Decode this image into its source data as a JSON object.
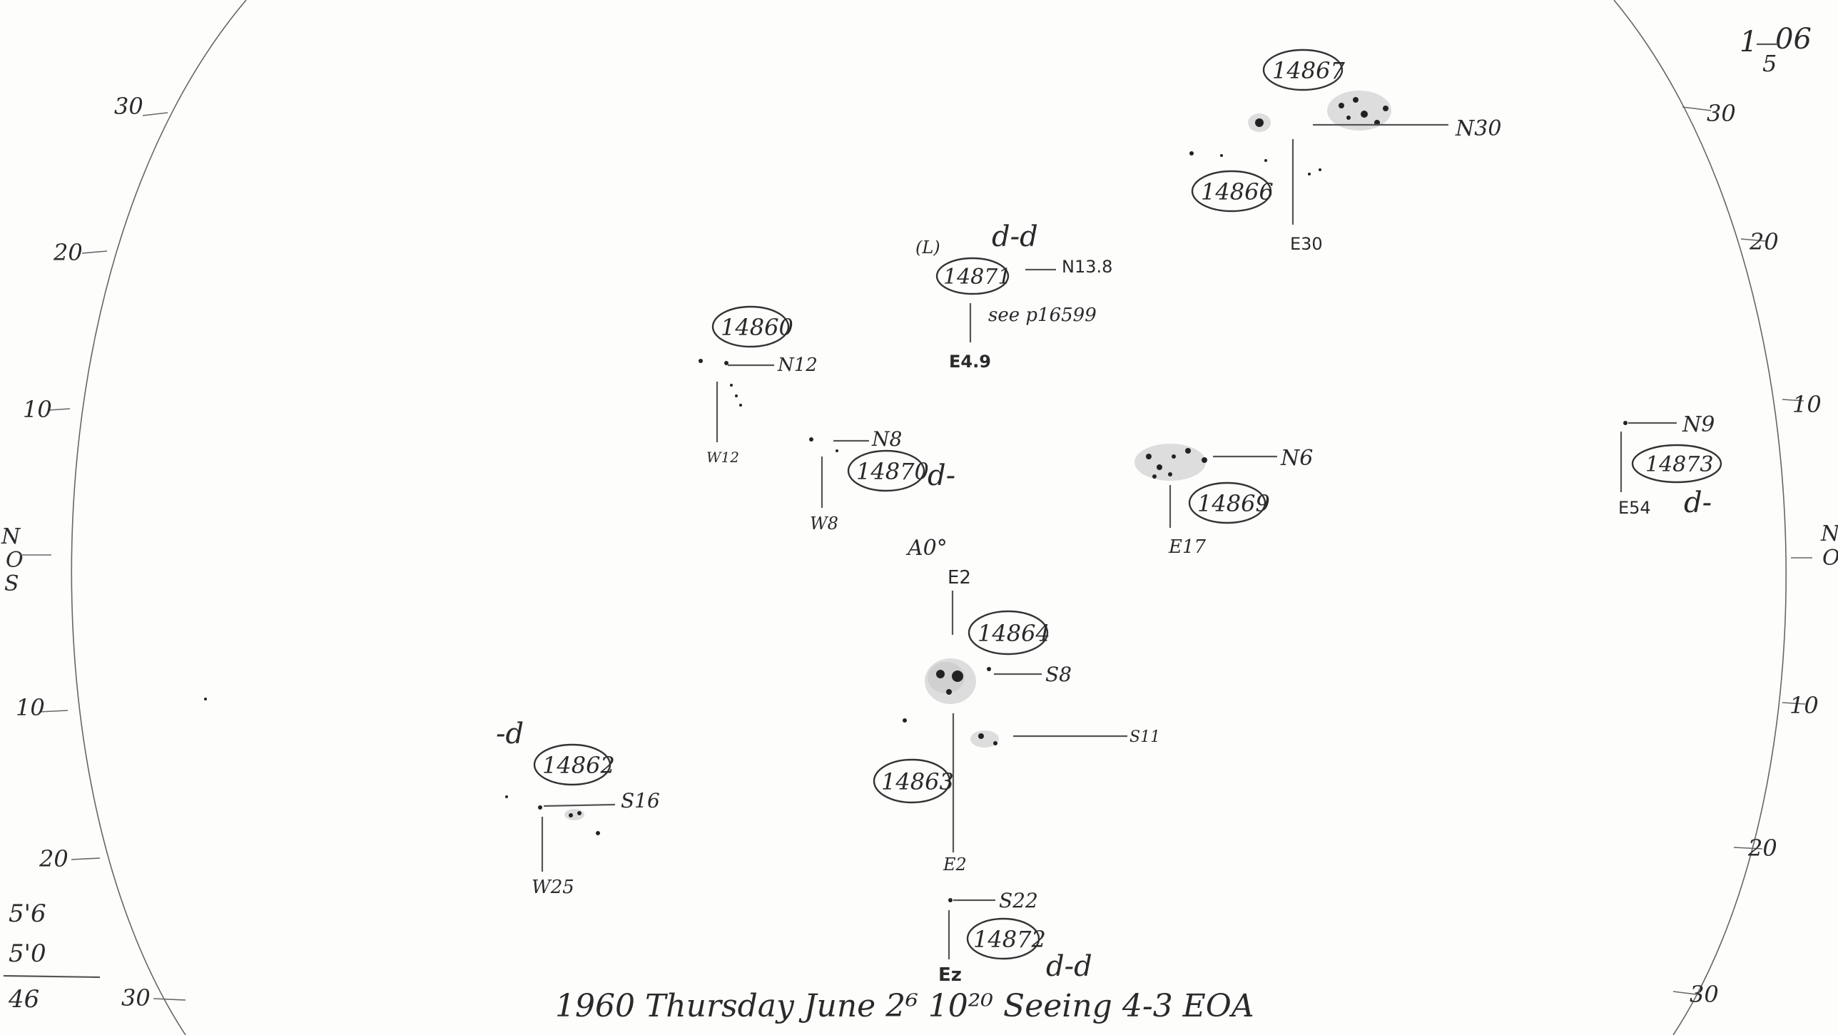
{
  "sheet": {
    "sheet_number_top": "1",
    "sheet_number_mid": "06",
    "sheet_number_bottom": "5",
    "footer_note": "1960 Thursday June 2⁶ 10²⁰ Seeing 4-3 EOA"
  },
  "limb_scale_left": [
    "30",
    "20",
    "10",
    "10",
    "20",
    "30"
  ],
  "limb_scale_right": [
    "30",
    "20",
    "10",
    "10",
    "20",
    "30"
  ],
  "center_marker": "A0°",
  "left_edge": {
    "n_mark": "N",
    "o_mark": "O",
    "s_mark": "S"
  },
  "right_edge": {
    "n_mark": "N",
    "o_mark": "O"
  },
  "bottom_left_calc": {
    "line1": "5'6",
    "line2": "5'0",
    "line3": "46"
  },
  "groups": [
    {
      "number": "14867",
      "pos1": "N30",
      "pos2": "E30"
    },
    {
      "number": "14866"
    },
    {
      "number": "14871",
      "note_prefix": "(L)",
      "class": "d-d",
      "pos1": "N13.8",
      "pos2": "E4.9",
      "ref": "see p16599"
    },
    {
      "number": "14860",
      "pos1": "N12",
      "pos2": "W12"
    },
    {
      "number": "14870",
      "class": "d-",
      "pos1": "N8",
      "pos2": "W8"
    },
    {
      "number": "14869",
      "pos1": "N6",
      "pos2": "E17"
    },
    {
      "number": "14873",
      "class": "d-",
      "pos1": "N9",
      "pos2": "E54"
    },
    {
      "number": "14864",
      "pos1": "E2",
      "pos2": "S8"
    },
    {
      "number": "14863",
      "pos1": "S11",
      "pos2": "E2"
    },
    {
      "number": "14862",
      "class": "-d",
      "pos1": "S16",
      "pos2": "W25"
    },
    {
      "number": "14872",
      "class": "d-d",
      "pos1": "S22",
      "pos2": "Ez"
    }
  ]
}
